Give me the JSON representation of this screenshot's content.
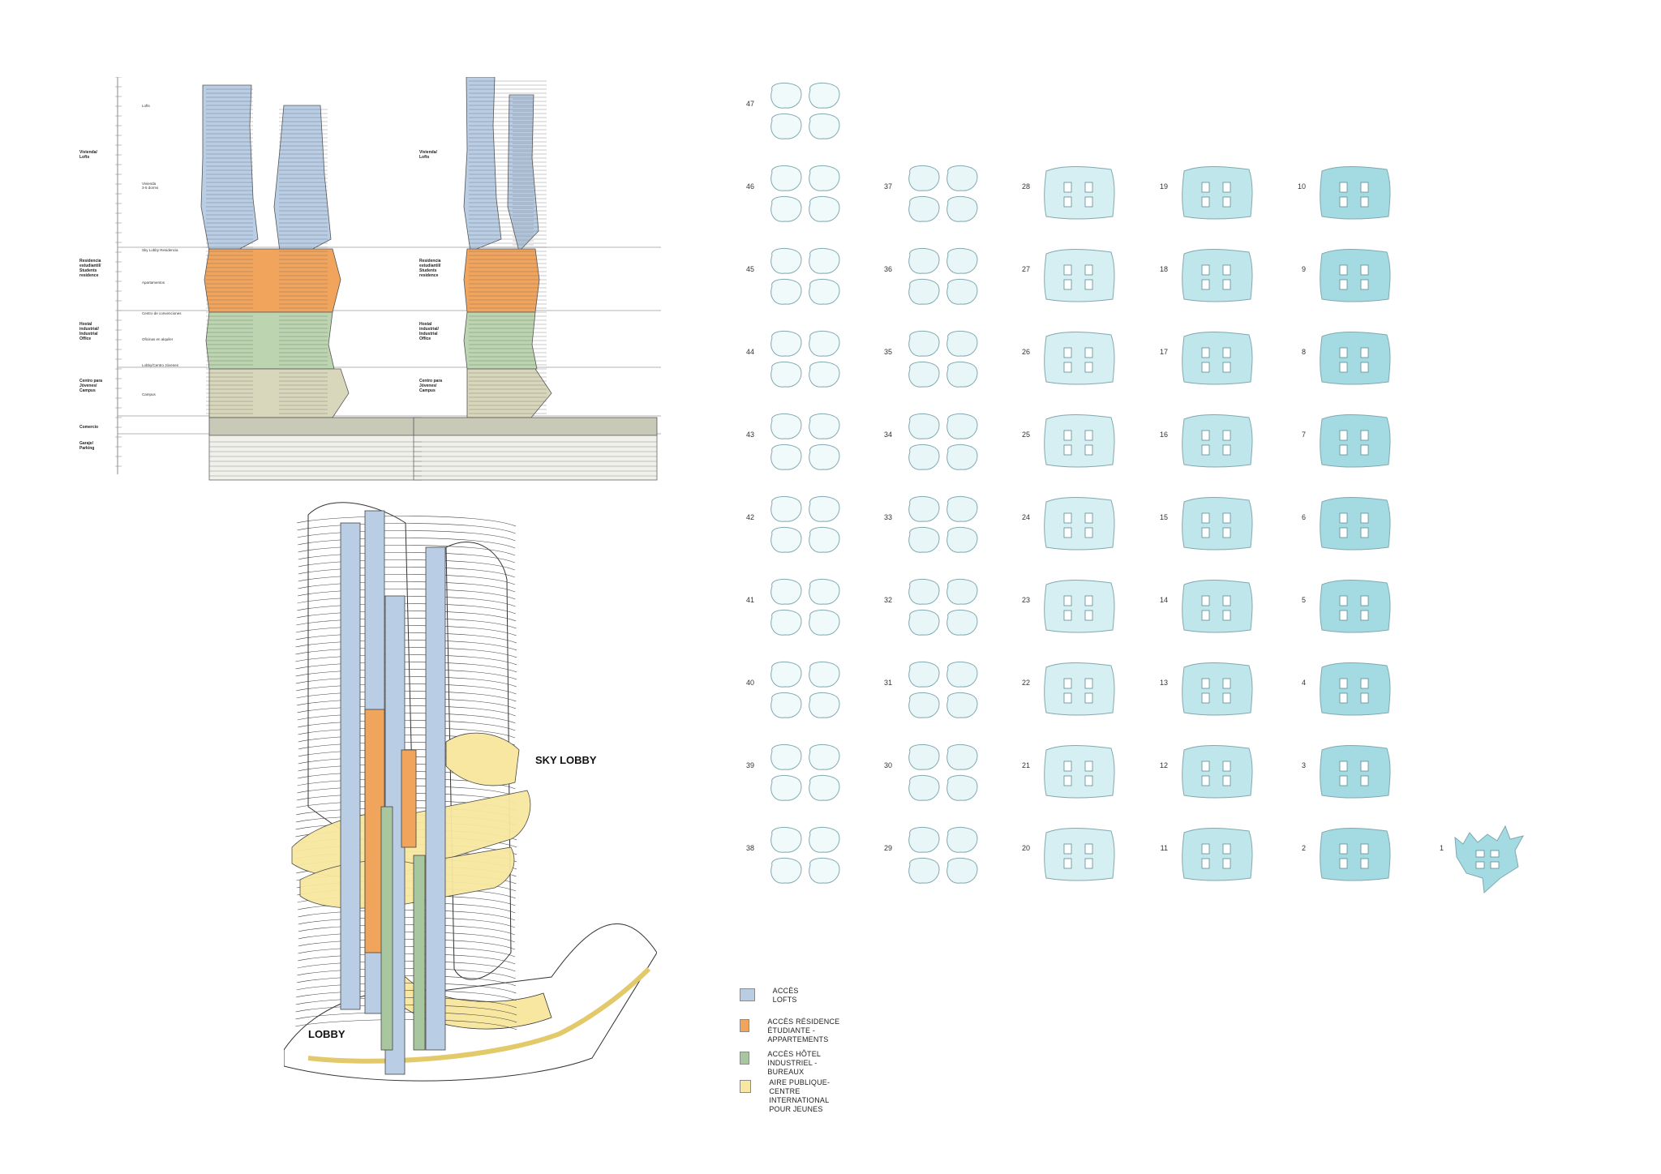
{
  "colors": {
    "lofts": "#b9cde4",
    "residence": "#f0a45c",
    "hotel": "#a9c79f",
    "public": "#f7e7a0",
    "floor_fill": "#a4dbe3",
    "floor_outline": "#7fa9b0"
  },
  "elevation": {
    "zones": [
      "Vivienda/\nLofts",
      "Residencia\nestudiantil/\nStudents\nresidence",
      "Hostal\nindustrial/\nIndustrial\nOffice",
      "Centro para\nJóvenes/\nCampus",
      "Comercio",
      "Garaje/\nParking"
    ],
    "sub_zones": [
      "Lofts",
      "Vivienda\n3-5 dorms",
      "Sky Lobby Residencia",
      "Apartamentos",
      "Centro de convenciones",
      "Oficinas en alquiler",
      "Lobby/Centro Jóvenes",
      "Campus"
    ]
  },
  "axonometric": {
    "sky_lobby_label": "SKY LOBBY",
    "lobby_label": "LOBBY"
  },
  "floor_plans": {
    "rows": [
      [
        "47",
        "",
        "",
        "",
        "",
        ""
      ],
      [
        "46",
        "37",
        "28",
        "19",
        "10",
        ""
      ],
      [
        "45",
        "36",
        "27",
        "18",
        "9",
        ""
      ],
      [
        "44",
        "35",
        "26",
        "17",
        "8",
        ""
      ],
      [
        "43",
        "34",
        "25",
        "16",
        "7",
        ""
      ],
      [
        "42",
        "33",
        "24",
        "15",
        "6",
        ""
      ],
      [
        "41",
        "32",
        "23",
        "14",
        "5",
        ""
      ],
      [
        "40",
        "31",
        "22",
        "13",
        "4",
        ""
      ],
      [
        "39",
        "30",
        "21",
        "12",
        "3",
        ""
      ],
      [
        "38",
        "29",
        "20",
        "11",
        "2",
        "1"
      ]
    ]
  },
  "legend": [
    {
      "label": "ACCÈS LOFTS",
      "color": "#b9cde4"
    },
    {
      "label": "ACCÈS RÉSIDENCE ÉTUDIANTE - APPARTEMENTS",
      "color": "#f0a45c"
    },
    {
      "label": "ACCÈS HÔTEL INDUSTRIEL - BUREAUX",
      "color": "#a9c79f"
    },
    {
      "label": "AIRE PUBLIQUE-\nCENTRE INTERNATIONAL POUR JEUNES",
      "color": "#f7e7a0"
    }
  ]
}
